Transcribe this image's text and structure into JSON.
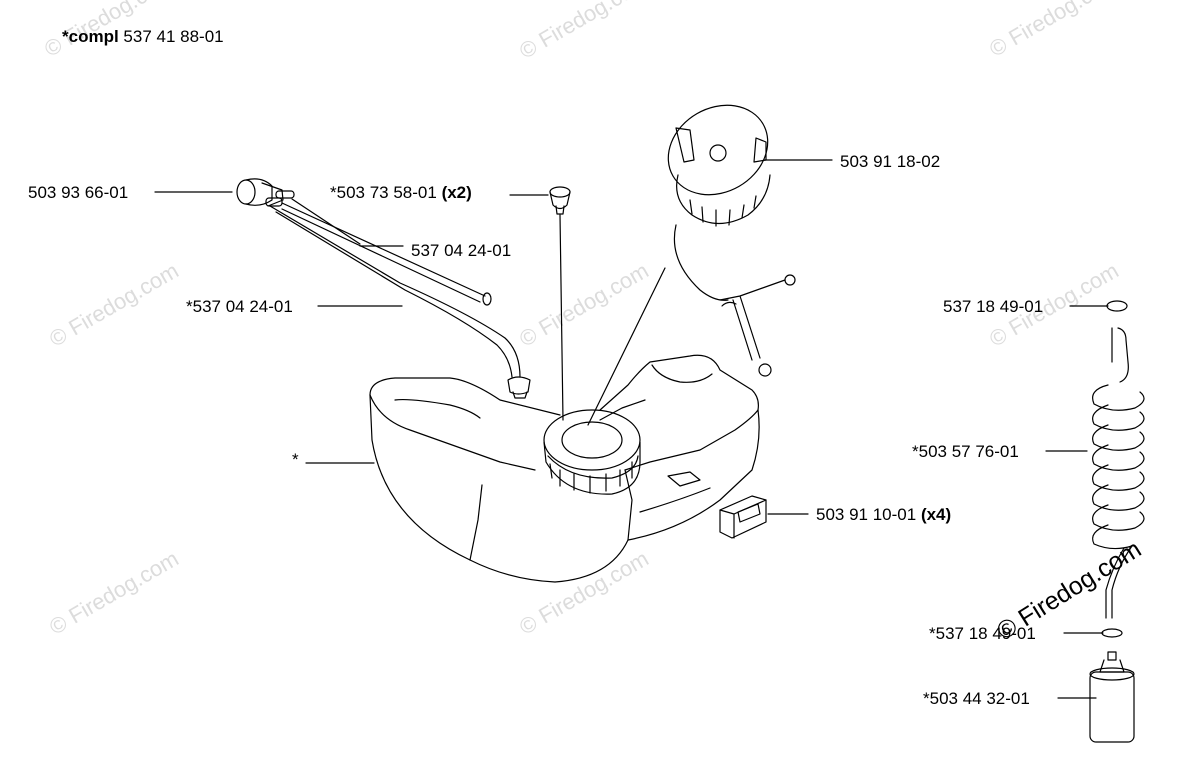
{
  "header": {
    "prefix": "*compl",
    "number": "537 41 88-01"
  },
  "watermark": {
    "text": "© Firedog.com",
    "bold_text": "© Firedog.com"
  },
  "callouts": {
    "primer_bulb": "503 93 66-01",
    "grommet": "*503 73 58-01",
    "grommet_qty": "(x2)",
    "fuel_hose_a": "537 04 24-01",
    "fuel_hose_b": "*537 04 24-01",
    "fuel_cap": "503 91 18-02",
    "tank": "*",
    "damper": "503 91 10-01",
    "damper_qty": "(x4)",
    "o_ring_top": "537 18 49-01",
    "coil_hose": "*503 57 76-01",
    "o_ring_bottom": "*537 18 49-01",
    "fuel_filter": "*503 44 32-01"
  },
  "colors": {
    "line": "#000000",
    "watermark": "#dcdcdc",
    "background": "#ffffff"
  }
}
